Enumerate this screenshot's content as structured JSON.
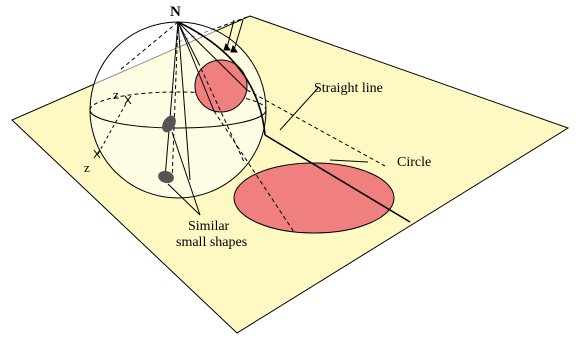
{
  "labels": {
    "north": "N",
    "straight_line": "Straight line",
    "circle": "Circle",
    "similar_line1": "Similar",
    "similar_line2": "small shapes",
    "z_upper": "z",
    "z_lower": "z"
  },
  "colors": {
    "plane_fill": "#fef9c3",
    "circle_fill": "#f08080",
    "shape_fill": "#555555",
    "line": "#000000"
  }
}
